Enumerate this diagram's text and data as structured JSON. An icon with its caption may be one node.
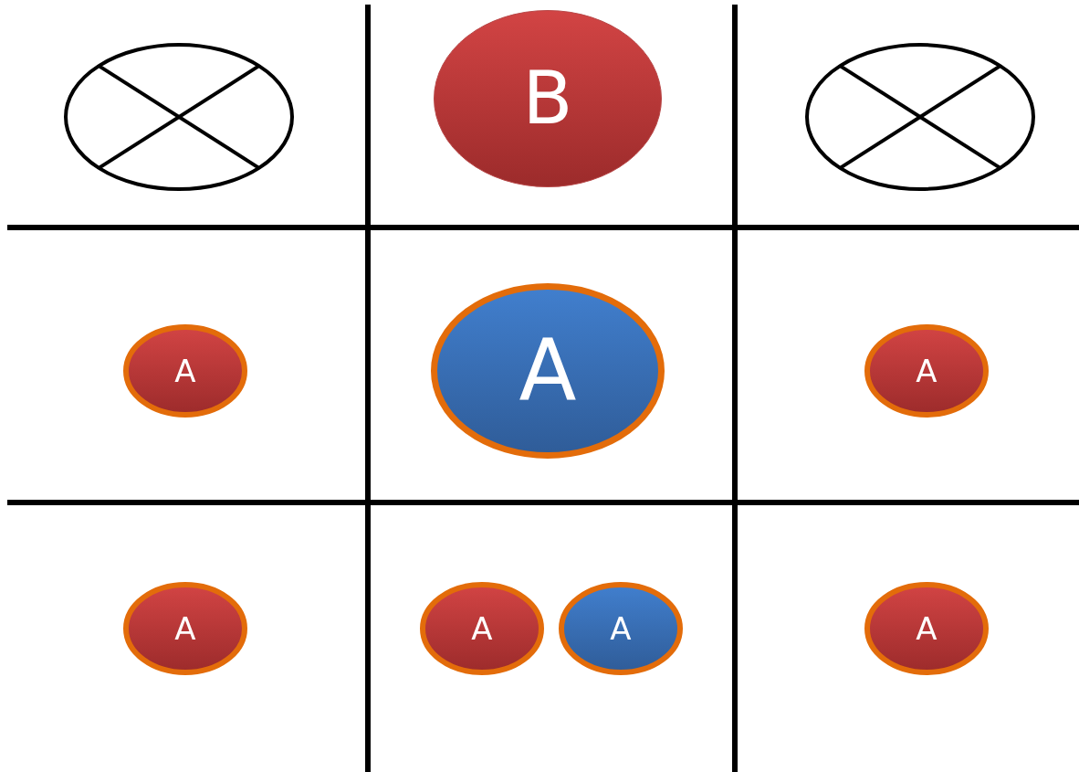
{
  "diagram": {
    "nodes": [
      {
        "text": [],
        "shape": "circle"
      },
      {
        "text": [
          "B"
        ]
      },
      {
        "text": [],
        "shape": "circle"
      },
      {
        "text": [
          "A"
        ]
      },
      {
        "text": [
          "A"
        ]
      },
      {
        "text": [
          "A"
        ]
      },
      {
        "text": [
          "A"
        ]
      },
      {
        "text": [
          "A"
        ]
      },
      {
        "text": [
          "A"
        ]
      },
      {
        "text": [
          "A"
        ]
      }
    ]
  }
}
